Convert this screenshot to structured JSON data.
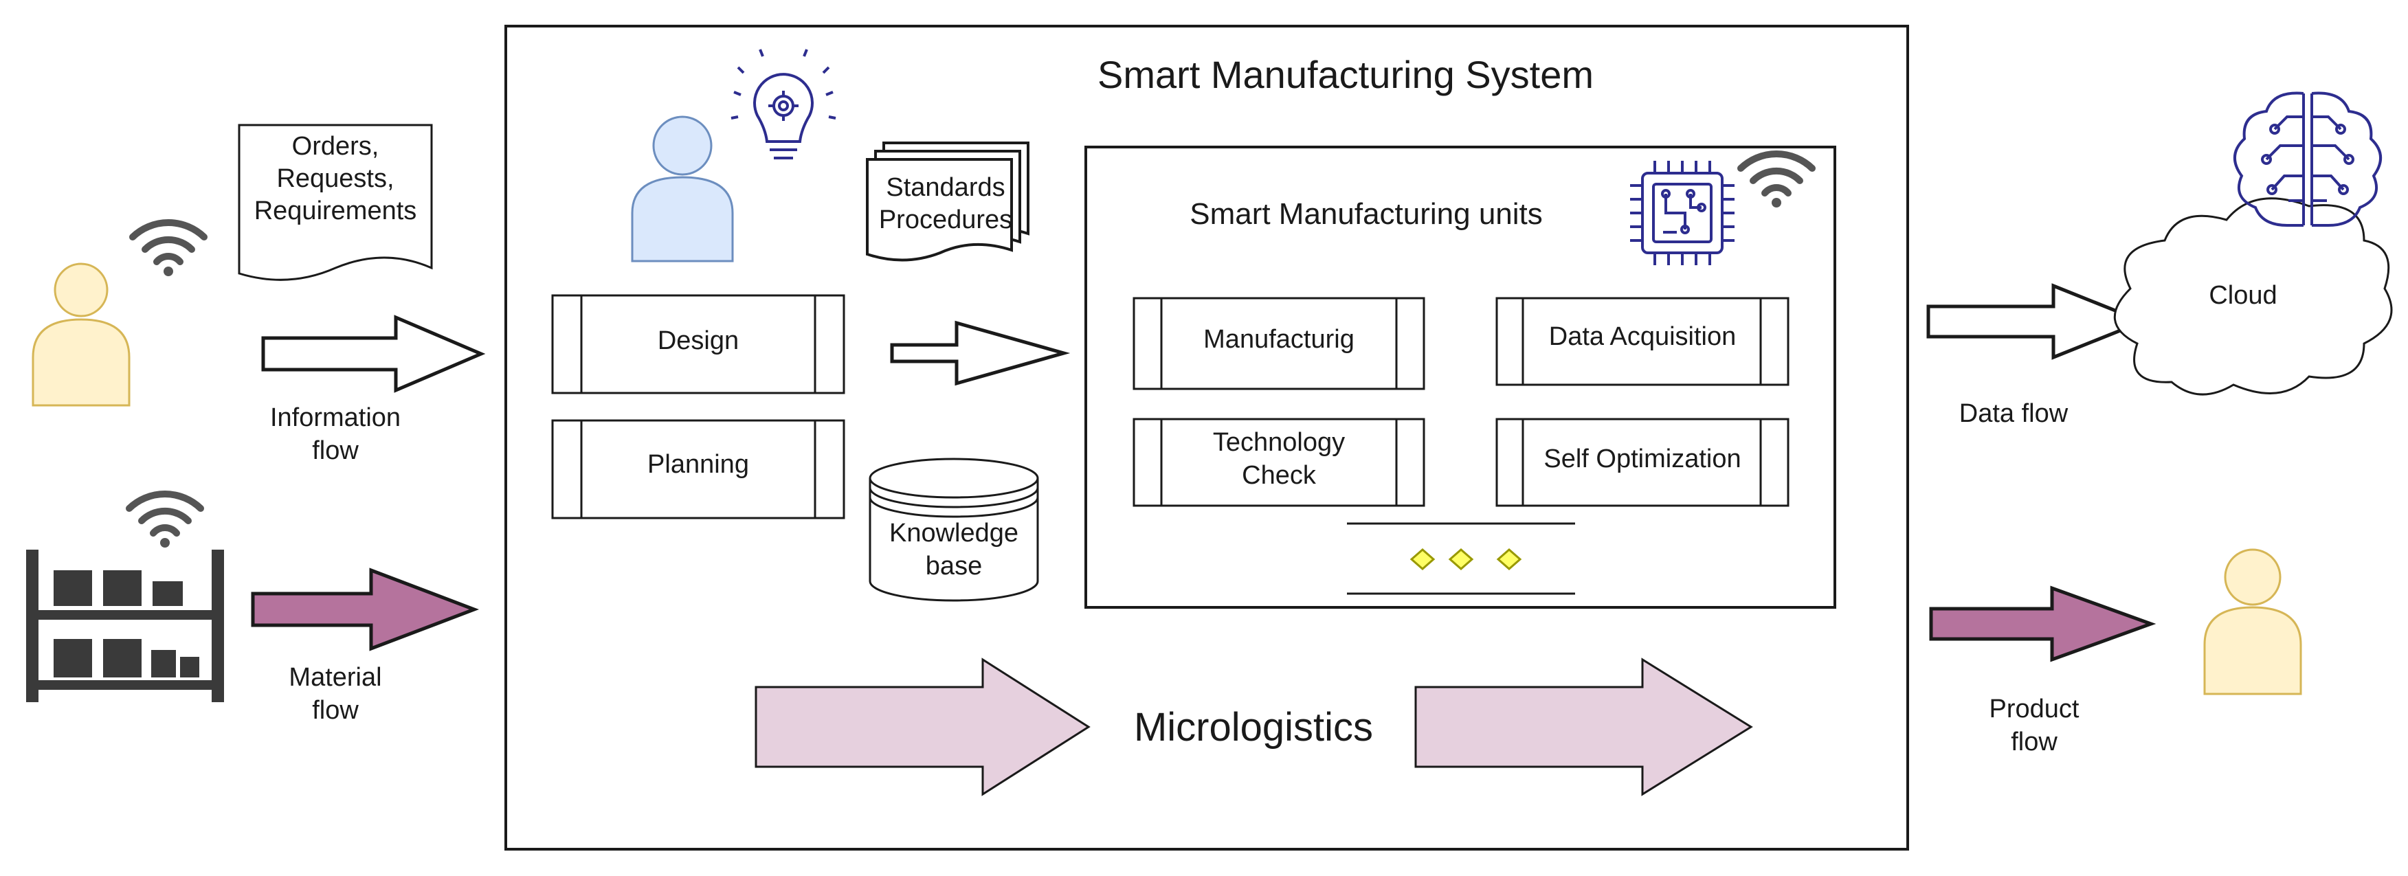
{
  "system": {
    "title": "Smart Manufacturing System"
  },
  "document": {
    "lines": [
      "Orders,",
      "Requests,",
      "Requirements"
    ]
  },
  "standards": {
    "lines": [
      "Standards",
      "Procedures"
    ]
  },
  "processes": {
    "design": "Design",
    "planning": "Planning"
  },
  "knowledge_base": {
    "lines": [
      "Knowledge",
      "base"
    ]
  },
  "units": {
    "title": "Smart Manufacturing units",
    "manufacturing": "Manufacturig",
    "data_acquisition": "Data Acquisition",
    "technology_check": [
      "Technology",
      "Check"
    ],
    "self_optimization": "Self Optimization"
  },
  "micrologistics": {
    "label": "Micrologistics"
  },
  "flows": {
    "information": [
      "Information",
      "flow"
    ],
    "material": [
      "Material",
      "flow"
    ],
    "data": "Data flow",
    "product": [
      "Product",
      "flow"
    ]
  },
  "cloud": {
    "label": "Cloud"
  },
  "colors": {
    "person_customer": "#fff2cc",
    "person_customer_stroke": "#d6b656",
    "person_designer": "#dae8fc",
    "person_designer_stroke": "#6c8ebf",
    "material_arrow": "#b5739d",
    "micrologistics_arrow": "#e6d0de",
    "diamond": "#ffff66",
    "icon_blue": "#2d2d8f"
  },
  "icons": [
    "wifi-icon",
    "lightbulb-gear-icon",
    "cpu-chip-icon",
    "brain-icon",
    "warehouse-shelf-icon",
    "person-icon",
    "database-icon",
    "document-icon"
  ]
}
